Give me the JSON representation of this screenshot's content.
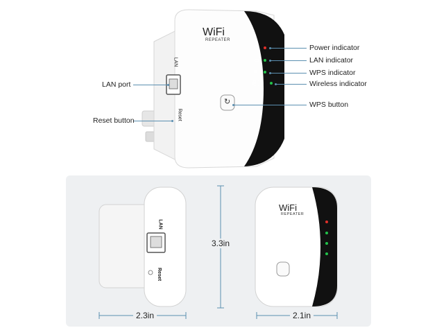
{
  "labels": {
    "power_indicator": "Power indicator",
    "lan_indicator": "LAN indicator",
    "wps_indicator": "WPS indicator",
    "wireless_indicator": "Wireless indicator",
    "wps_button": "WPS button",
    "lan_port": "LAN port",
    "reset_button": "Reset button"
  },
  "device": {
    "brand": "WiFi",
    "model": "REPEATER",
    "side_lan": "LAN",
    "side_reset": "Reset"
  },
  "dimensions": {
    "depth": "2.3in",
    "height": "3.3in",
    "width": "2.1in"
  },
  "colors": {
    "accent_line": "#5b8fb0",
    "led_red": "#e0302a",
    "led_green": "#22c24a",
    "panel_bg": "#eef0f2"
  },
  "icons": [
    "power-icon",
    "lan-icon",
    "wps-icon",
    "wireless-icon",
    "wps-button-icon",
    "ethernet-port-icon"
  ]
}
